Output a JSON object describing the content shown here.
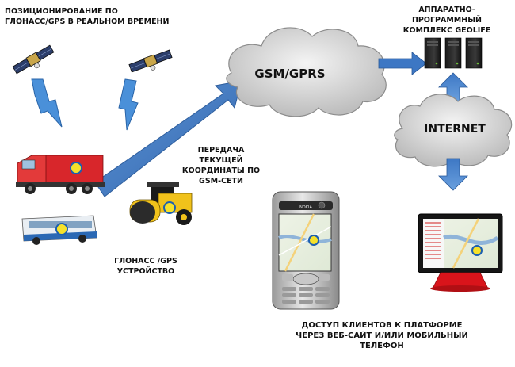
{
  "labels": {
    "glonass_positioning": [
      "ПОЗИЦИОНИРОВАНИЕ ПО",
      "ГЛОНАСС/GPS В РЕАЛЬНОМ ВРЕМЕНИ"
    ],
    "complex": [
      "АППАРАТНО-ПРОГРАММНЫЙ",
      "КОМПЛЕКС GEOLIFE"
    ],
    "transfer": [
      "ПЕРЕДАЧА ТЕКУЩЕЙ",
      "КООРДИНАТЫ ПО",
      "GSM-СЕТИ"
    ],
    "device": [
      "ГЛОНАСС /GPS",
      "УСТРОЙСТВО"
    ],
    "access": [
      "ДОСТУП КЛИЕНТОВ К ПЛАТФОРМЕ",
      "ЧЕРЕЗ ВЕБ-САЙТ И/ИЛИ МОБИЛЬНЫЙ",
      "ТЕЛЕФОН"
    ]
  },
  "clouds": {
    "gsm": "GSM/GPRS",
    "internet": "INTERNET"
  },
  "phone": {
    "brand": "NOKIA"
  },
  "colors": {
    "arrow_blue": "#4a7fc1",
    "lightning_blue": "#4a90d9",
    "marker_yellow": "#f5e12a",
    "truck_red": "#d8262b",
    "monitor_red": "#d9141b"
  }
}
